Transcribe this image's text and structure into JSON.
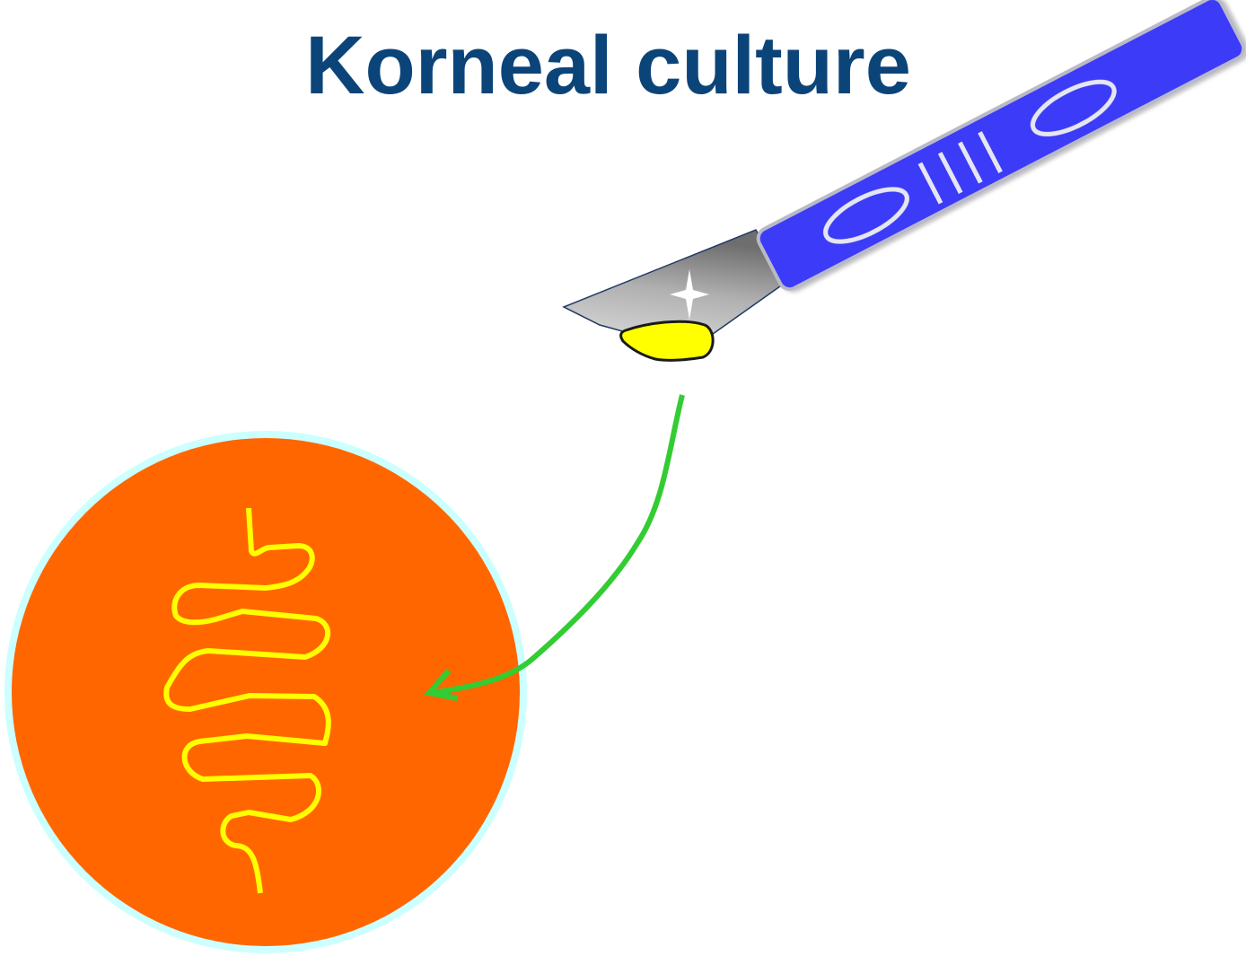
{
  "slide": {
    "title": "Korneal culture"
  },
  "colors": {
    "title": "#0b4479",
    "scalpel_handle": "#3a3af8",
    "scalpel_handle_outline": "#b9b9c8",
    "blade_light": "#d4d4d4",
    "blade_dark": "#7f7f7f",
    "specimen": "#ffff00",
    "arrow": "#33cc33",
    "culture_plate": "#ff6600",
    "culture_plate_rim": "#ccffff",
    "streak": "#ffff00"
  },
  "icons": {
    "scalpel": "scalpel-icon",
    "sparkle": "sparkle-icon",
    "specimen": "corneal-scraping",
    "arrow": "transfer-arrow",
    "plate": "culture-plate",
    "streak": "inoculation-streak"
  }
}
